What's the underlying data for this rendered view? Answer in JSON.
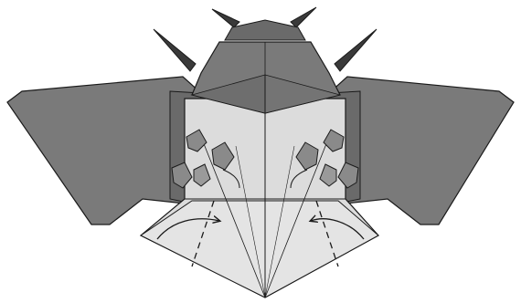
{
  "diagram": {
    "subject": "origami-insect-folding-step",
    "colors": {
      "background": "#ffffff",
      "dark_paper": "#7a7a7a",
      "dark_paper_shade": "#6a6a6a",
      "light_paper": "#dcdcdc",
      "light_paper_highlight": "#ececec",
      "line": "#1a1a1a"
    },
    "annotations": {
      "fold_arrows": 2,
      "dashed_fold_lines": 2
    }
  }
}
